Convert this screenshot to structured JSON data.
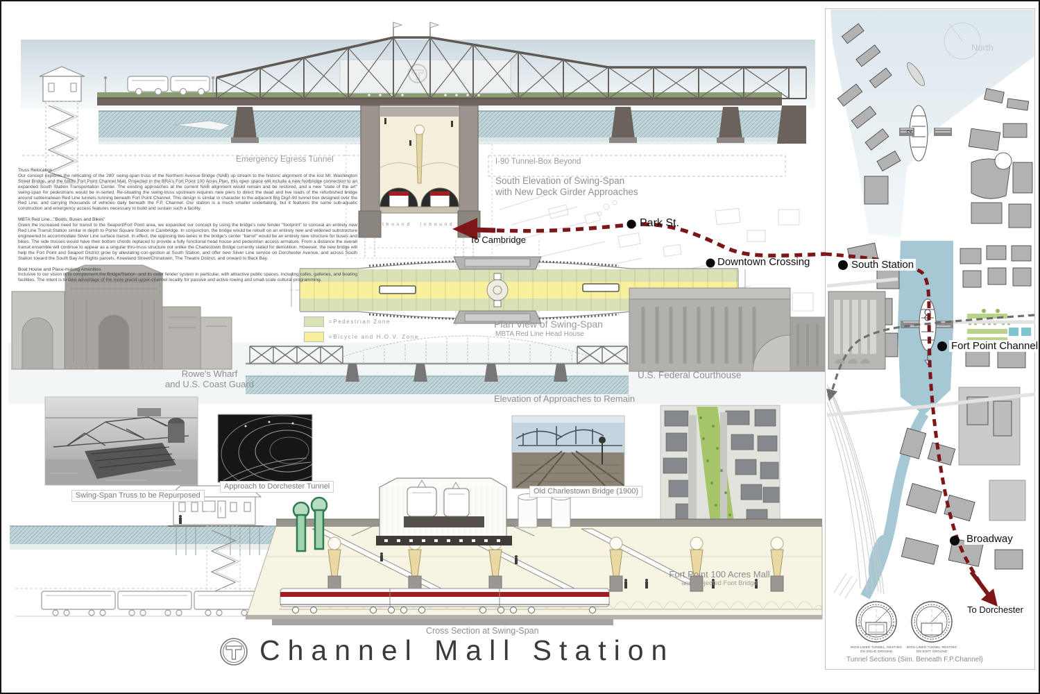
{
  "title": {
    "logo_letter": "T",
    "text": "Channel Mall Station"
  },
  "narrative": [
    {
      "heading": "Truss Relocation",
      "body": "Our concept explores the relocating of the 280' swing-span truss of the Northern Avenue Bridge (NAB) up stream to the historic alignment of the lost Mt. Washington Street Bridge, and the future Fort Point Channel Mall. Projected in the BRA's Fort Point 100 Acres Plan, this open space  will include a new footbridge connection to an expanded South Station Transportation Center. The existing approaches at the current NAB alignment would remain and be restored, and a new \"state of the art\" swing-span for pedestrians would be in-serted. Re-situating the swing-truss upstream  requires new piers to direct the dead and live loads of the refurbished bridge around subterranean Red Line tunnels running beneath Fort Point Channel. This design is similar in character to the adjacent Big Dig/I-90 tunnel box designed over the Red Line, and carrying thousands of vehicles daily beneath the F.P. Channel.  Our station is a much smaller undertaking, but it features the same sub-aquatic construction and emergency access features necessary to build and sustain such a facility."
    },
    {
      "heading": "MBTA Red Line...\"Boots, Buses and Bikes\"",
      "body": "Given the increased need for transit to the Seaport/Fort Point area, we expanded our concept by using the bridge's new fender \"footprint\" to conceal an entirely new Red Line Transit Station similar in depth to Porter Square Station in Cambridge. In conjunction, the bridge would be rebuilt on an entirely new and widened substructure engineered to accommodate Silver Line surface transit. In effect, the opposing two-lanes in the bridge's center \"barrel\" would be an entirely new structure for buses and bikes. The side trusses would have their bottom chords replaced to provide a fully functional head house and pedestrian access armature. From a distance the overall transit ensemble will continue to appear as a singular thru-truss structure not unlike the Charlestown Bridge currently slated for demolition. However, the new bridge will help the Fort Point and Seaport District grow by alleviating con-gestion at South Station, and offer new Silver Line service on Dorchester Avenue, and across South Station toward the South Bay Air Rights parcels, Kneeland Street/Chinatown, The Theatre District, and onward to Back Bay."
    },
    {
      "heading": "Boat House and Place-making Amenities",
      "body": "Inclusive to our vision is to complement the Bridge/Station -and its outer fender system in particular, with attractive public spaces, including cafes, galleries, and boating facilities. The intent is to take advantage of the more placid upper-channel locality for passive and active rowing and small-scale cultural programming."
    }
  ],
  "drawing_labels": {
    "emergency_egress": "Emergency Egress Tunnel",
    "i90_tunnel": "I-90 Tunnel-Box Beyond",
    "south_elevation": "South Elevation of Swing-Span\nwith New Deck Girder Approaches",
    "outbound": "O u t b o u n d",
    "inbound": "I n b o u n d",
    "plan_view": "Plan View of Swing-Span",
    "plan_view_sub": "MBTA Red Line Head House",
    "rowes_wharf": "Rowe's Wharf\nand U.S. Coast Guard",
    "courthouse": "U.S. Federal Courthouse",
    "approaches": "Elevation of Approaches to Remain",
    "cross_section": "Cross Section at Swing-Span"
  },
  "legend": {
    "items": [
      {
        "label": "=Pedestrian  Zone",
        "color": "#d8e2b6"
      },
      {
        "label": "=Bicycle  and  H.O.V.  Zone",
        "color": "#f8f09d"
      }
    ]
  },
  "photos": {
    "swing_truss": {
      "caption": "Swing-Span Truss to be Repurposed"
    },
    "dorchester": {
      "caption": "Approach to Dorchester Tunnel"
    },
    "charlestown": {
      "caption": "Old Charlestown Bridge (1900)"
    },
    "fort_point_mall": {
      "caption": "Fort Point 100 Acres Mall",
      "subcaption": "and projected Foot Bridge"
    }
  },
  "map": {
    "north": "North",
    "pier_label": "2",
    "stations": [
      {
        "name": "Park St."
      },
      {
        "name": "Downtown\nCrossing"
      },
      {
        "name": "South Station"
      },
      {
        "name": "Fort Point\nChannel"
      },
      {
        "name": "Broadway"
      }
    ],
    "to_cambridge": "To\nCambridge",
    "to_dorchester": "To\nDorchester"
  },
  "tunnel_sections": {
    "left_label": "IRON-LINED TUNNEL, RESTING\nON SOLID GROUND",
    "right_label": "IRON-LINED TUNNEL RESTING\nON SOFT GROUND",
    "caption": "Tunnel Sections (Sim. Beneath F.P.Channel)"
  },
  "colors": {
    "route_red": "#7d1619",
    "channel_water": "#a5c8d4",
    "train_stripe": "#a01d20",
    "pedestrian_zone": "#d8e2b6",
    "bike_hov_zone": "#f8f09d"
  }
}
